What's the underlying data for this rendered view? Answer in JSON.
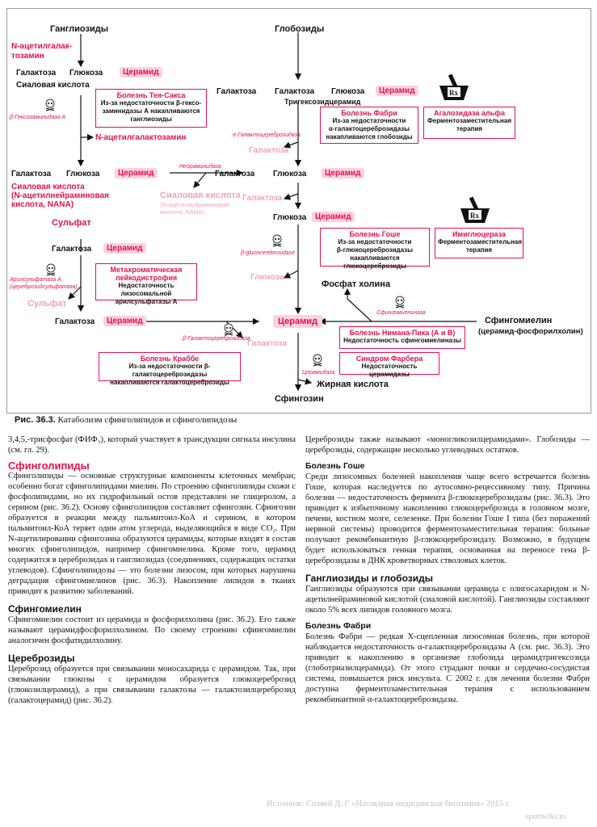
{
  "diagram": {
    "gangliosides": "Ганглиозиды",
    "globosides": "Глобозиды",
    "n_acetylgalactosamine": "N-ацетилгалак-\nтозамин",
    "galactose": "Галактоза",
    "glucose": "Глюкоза",
    "ceramide": "Церамид",
    "sialic_acid": "Сиаловая кислота",
    "tay_sachs_title": "Болезнь Тея-Сакса",
    "tay_sachs_text": "Из-за недостаточности β-гексо-\nзаминидазы А накапливаются\nганглиозиды",
    "beta_hexosaminidase": "β-Гексозаминидаза А",
    "n_acetylgalactosamine_out": "N-ацетилгалактозамин",
    "trihexosylceramide": "Тригексозидцерамид",
    "fabry_title": "Болезнь Фабри",
    "fabry_text": "Из-за недостаточности\nα-галактоцереброзидазы\nнакапливаются глобозиды",
    "agalsidase_title": "Агалозидаза альфа",
    "agalsidase_text": "Ферментозаместительная\nтерапия",
    "alpha_galactocerebrosidase": "α-Галактоцереброзидаза",
    "galactose_out": "Галактоза",
    "neuraminidase": "Нейраминидаза",
    "sialic_acid_nana": "Сиаловая кислота\n(N-ацетилнейраминовая\nкислота, NANA)",
    "sialic_acid_out": "Сиаловая кислота",
    "sialic_acid_out_sub": "(N-ацетилнейраминовая\nкислота, NANA)",
    "glucose_ceramide": "Глюкоза",
    "gaucher_title": "Болезнь Гоше",
    "gaucher_text": "Из-за недостаточности\nβ-глюкоцереброзидазы\nнакапливаются глюкоцереброзиды",
    "beta_glucocerebrosidase": "β-glucocerebrosidase",
    "imiglucerase_title": "Имиглюцераза",
    "imiglucerase_text": "Ферментозаместительная\nтерапия",
    "glucose_out": "Глюкоза",
    "sulfate": "Сульфат",
    "arylsulfatase": "Арилсульфатаза А\n(цереброзидсульфатаза)",
    "mld_title": "Метахроматическая\nлейкодистрофия",
    "mld_text": "Недостаточность лизосомальной\nарилсульфатазы А",
    "sulfate_out": "Сульфат",
    "phosphocholine": "Фосфат холина",
    "sphingomyelinase": "Сфингомиелиназа",
    "sphingomyelin": "Сфингомиелин",
    "sphingomyelin_sub": "(церамид-фосфорилхолин)",
    "niemann_pick_title": "Болезнь Нимана-Пика (А и В)",
    "niemann_pick_text": "Недостаточность сфингомиелиназы",
    "farber_title": "Синдром Фарбера",
    "farber_text": "Недостаточность церамидазы",
    "ceramidase": "Церамидаза",
    "krabbe_title": "Болезнь Краббе",
    "krabbe_text": "Из-за недостаточности β-галактоцереброзидазы\nнакапливаются галактоцереброзиды",
    "beta_galactocerebrosidase": "β-Галактоцереброзидаза",
    "fatty_acid": "Жирная кислота",
    "sphingosine": "Сфингозин",
    "rx": "Rx"
  },
  "caption": {
    "label": "Рис. 36.3.",
    "text": "Катаболизм сфинголипидов и сфинголипидозы"
  },
  "left_column": {
    "intro": "3,4,5,-трисфосфат (ФИФ₃), который участвует в трансдукции сигнала инсулина (см. гл. 29).",
    "h_sphingolipids": "Сфинголипиды",
    "p_sphingolipids": "Сфинголипиды — основные структурные компоненты клеточных мембран; особенно богат сфинголипидами миелин. По строению сфинголипиды схожи с фосфолипидами, но их гидрофильный остов представлен не глицеролом, а серином (рис. 36.2). Основу сфинголипидов составляет сфингозин. Сфингозин образуется в реакции между пальмитоил-КоА и серином, в котором пальмитоил-КоА теряет один атом углерода, выделяющийся в виде CO₂. При N-ацетилировании сфингозина образуются церамиды, которые входят в состав многих сфинголипидов, например сфингомиелина. Кроме того, церамид содержится в цереброзидах и ганглиозидах (соединениях, содержащих остатки углеводов). Сфинголипидозы — это болезни лизосом, при которых нарушена деградация сфингомиелинов (рис. 36.3). Накопление липидов в тканях приводит к развитию заболеваний.",
    "h_sphingomyelin": "Сфингомиелин",
    "p_sphingomyelin": "Сфингомиелин состоит из церамида и фосфорилхолина (рис. 36.2). Его также называют церамидфосфорилхолином. По своему строению сфингомиелин аналогичен фосфатидилхолину.",
    "h_cerebrosides": "Цереброзиды",
    "p_cerebrosides": "Цереброзид образуется при связывании моносахарида с церамидом. Так, при связывании глюкозы с церамидом образуется глюкоцереброзид (глюкозилцерамид), а при связывании галактозы — галактозилцереброзид (галактоцерамид) (рис. 36.2)."
  },
  "right_column": {
    "p_top": "Цереброзиды также называют «моногликозилцерамидами». Глобозиды — цереброзиды, содержащие несколько углеводных остатков.",
    "h_gaucher": "Болезнь Гоше",
    "p_gaucher": "Среди лизосомных болезней накопления чаще всего встречается болезнь Гоше, которая наследуется по аутосомно-рецессивному типу. Причина болезни — недостаточность фермента β-глюкоцереброзидазы (рис. 36.3). Это приводит к избыточному накоплению глюкоцереброзида в головном мозге, печени, костном мозге, селезенке. При болезни Гоше I типа (без поражений нервной системы) проводится ферментозаместительная терапия: больные получают рекомбинантную β-глюкоцереброзидазу. Возможно, в будущем будет использоваться генная терапия, основанная на переносе гена β-цереброзидазы в ДНК кроветворных стволовых клеток.",
    "h_gangl": "Ганглиозиды и глобозиды",
    "p_gangl": "Ганглиозиды образуются при связывании церамида с олигосахаридом и N-ацетилнейраминовой кислотой (сиаловой кислотой). Ганглиозиды составляют около 5% всех липидов головного мозга.",
    "h_fabry": "Болезнь Фабри",
    "p_fabry": "Болезнь Фабри — редкая Х-сцепленная лизосомная болезнь, при которой наблюдается недостаточность α-галактоцереброзидазы А (см. рис. 36.3). Это приводит к накоплению в организме глобозида церамидтригексозида (глоботриазилцерамида). От этого страдают почки и сердечно-сосудистая система, повышается риск инсульта. С 2002 г. для лечения болезни Фабри доступна ферментозаместительная терапия с использованием рекомбинантной α-галактоцереброзидазы."
  },
  "footer": {
    "source": "Источник: Солвей Д. Г «Наглядная медицинская биохимия» 2015 г.",
    "site": "sportwiki.to"
  },
  "colors": {
    "accent": "#e2114f",
    "ceramide_bg": "#fbd2de",
    "faded": "#f2a3b8"
  }
}
